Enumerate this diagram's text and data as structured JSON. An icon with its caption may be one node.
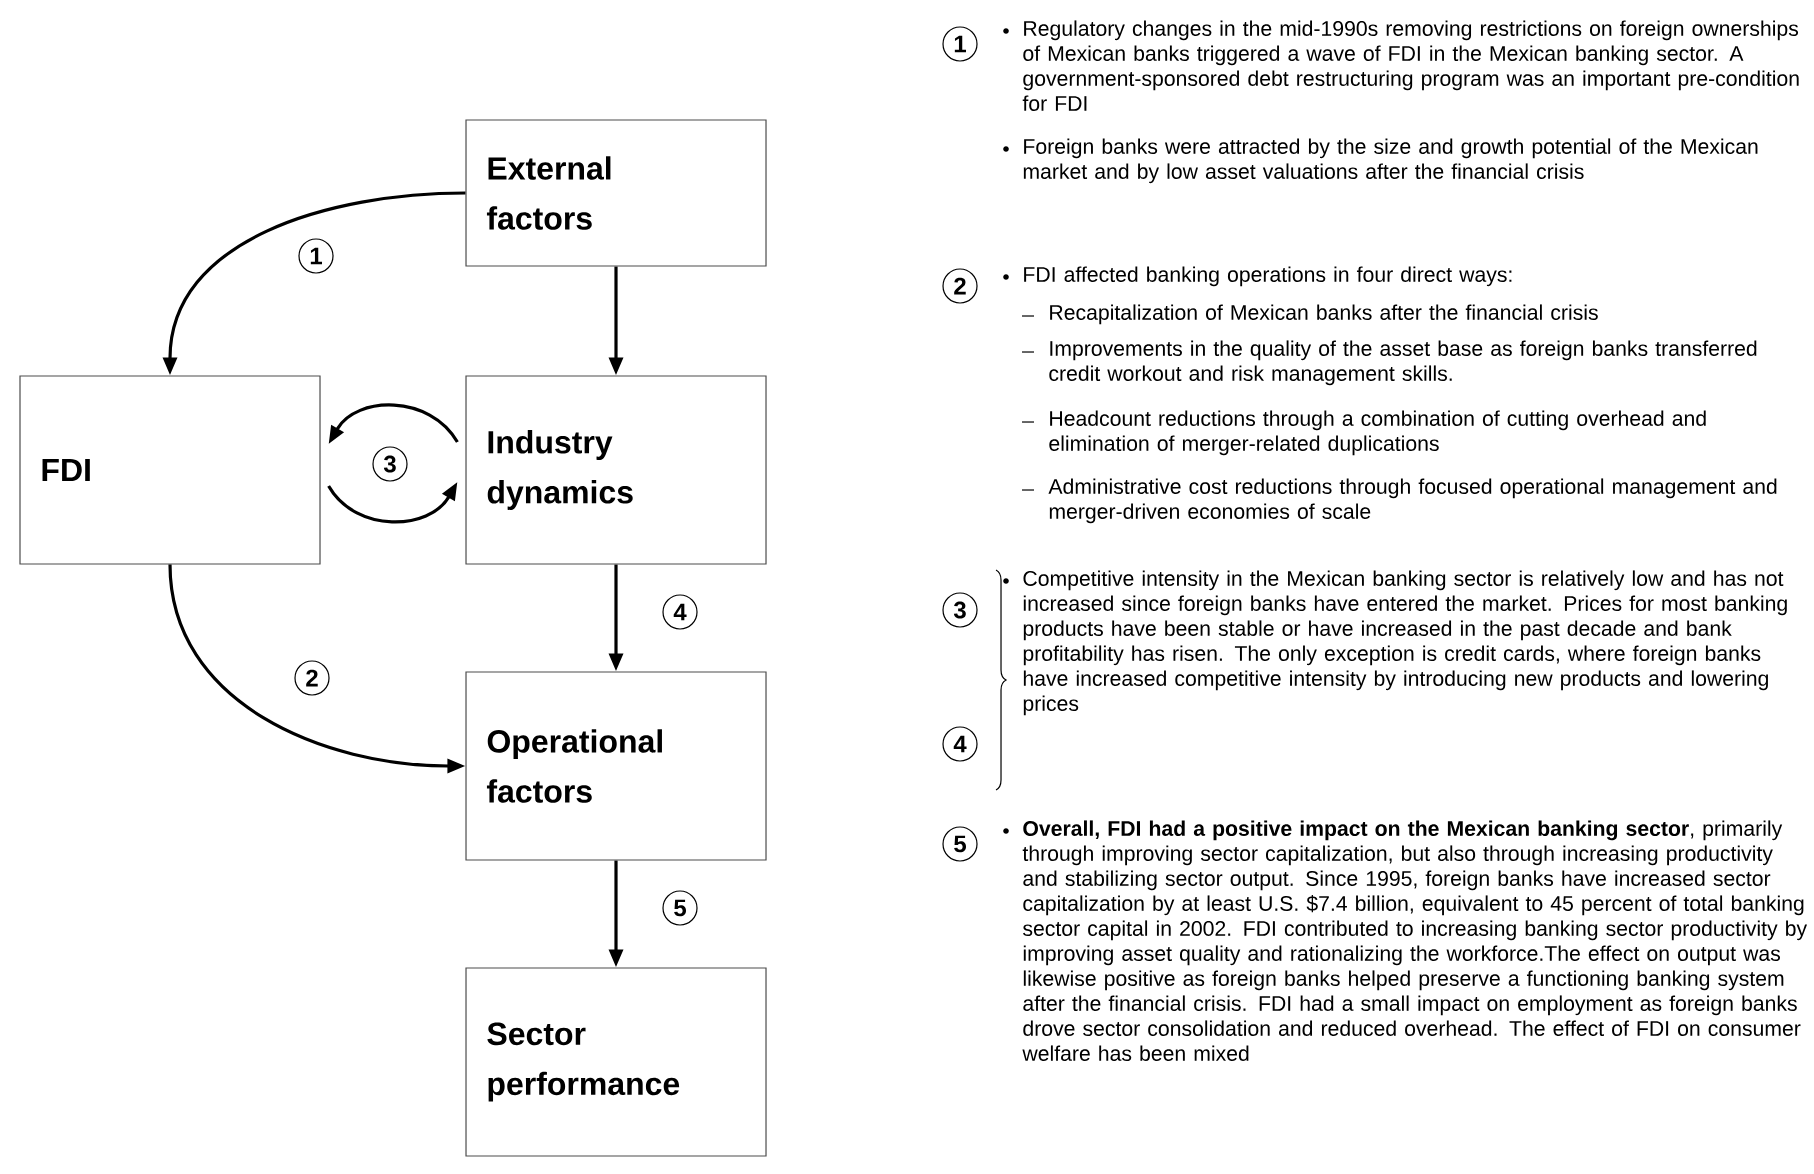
{
  "diagram": {
    "nodes": [
      {
        "text": [
          "External factors"
        ]
      },
      {
        "text": [
          "FDI"
        ]
      },
      {
        "text": [
          "Industry dynamics"
        ]
      },
      {
        "text": [
          "Operational factors"
        ]
      },
      {
        "text": [
          "Sector performance"
        ]
      }
    ],
    "edges": [
      {
        "from": 0,
        "to": 1,
        "arrow": "to",
        "label": "1"
      },
      {
        "from": 0,
        "to": 2,
        "arrow": "to"
      },
      {
        "from": 2,
        "to": 1,
        "arrow": "to",
        "label": "3"
      },
      {
        "from": 1,
        "to": 2,
        "arrow": "to"
      },
      {
        "from": 1,
        "to": 3,
        "arrow": "to",
        "label": "2"
      },
      {
        "from": 2,
        "to": 3,
        "arrow": "to",
        "label": "4"
      },
      {
        "from": 3,
        "to": 4,
        "arrow": "to",
        "label": "5"
      }
    ],
    "labels": [
      "1",
      "Regulatory changes in the mid-1990s removing restrictions on foreign ownerships of Mexican banks triggered a wave of FDI in the Mexican banking sector. A government-sponsored debt restructuring program was an important pre-condition for FDI",
      "Foreign banks were attracted by the size and growth potential of the Mexican market and by low asset valuations after the financial crisis",
      "2",
      "FDI affected banking operations in four direct ways:",
      "Recapitalization of Mexican banks after the financial crisis",
      "Improvements in the quality of the asset base as foreign banks transferred credit workout and risk management skills.",
      "Headcount reductions through a combination of cutting overhead and elimination of merger-related duplications",
      "Administrative cost reductions through focused operational management and merger-driven economies of scale",
      "3",
      "Competitive intensity in the Mexican banking sector is relatively low and has not increased since foreign banks have entered the market. Prices for most banking products have been stable or have increased in the past decade and bank profitability has risen. The only exception is credit cards, where foreign banks have increased competitive intensity by introducing new products and lowering prices",
      "4",
      "5",
      "**Overall, FDI had a positive impact on the Mexican banking sector**, primarily through improving sector capitalization, but also through increasing productivity and stabilizing sector output. Since 1995, foreign banks have increased sector capitalization by at least U.S. $7.4 billion, equivalent to 45 percent of total banking sector capital in 2002. FDI contributed to increasing banking sector productivity by improving asset quality and rationalizing the workforce.The effect on output was likewise positive as foreign banks helped preserve a functioning banking system after the financial crisis. FDI had a small impact on employment as foreign banks drove sector consolidation and reduced overhead. The effect of FDI on consumer welfare has been mixed"
    ]
  }
}
